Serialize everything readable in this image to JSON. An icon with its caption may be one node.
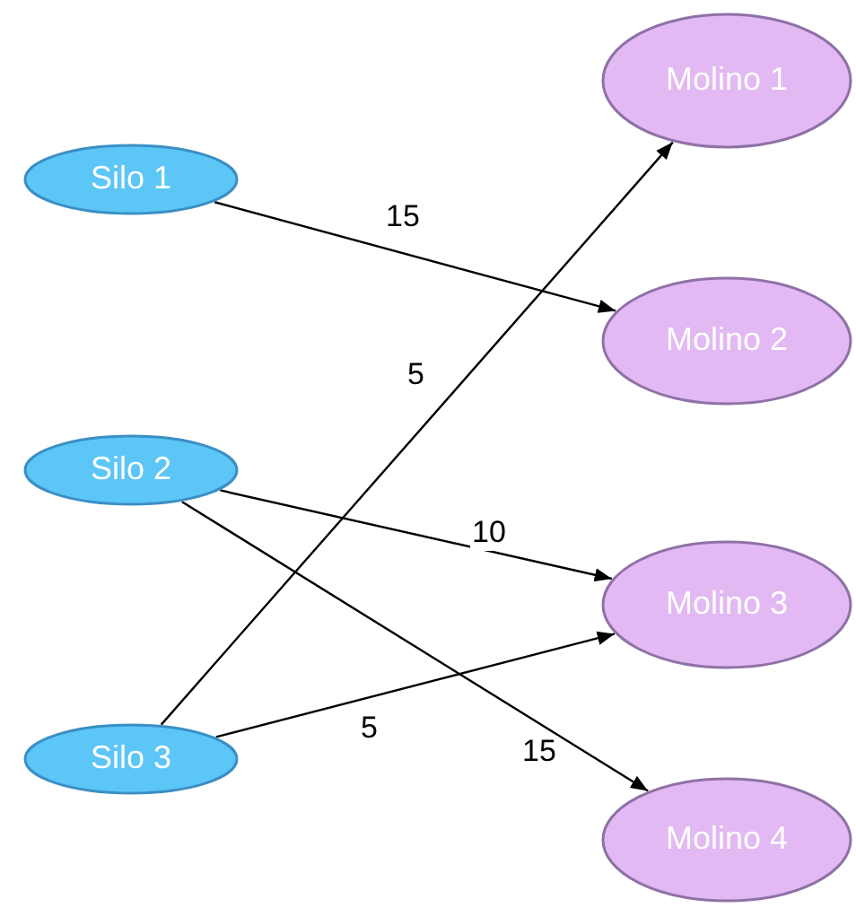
{
  "diagram": {
    "nodes": [
      {
        "text": [
          "Silo 1"
        ]
      },
      {
        "text": [
          "Silo 2"
        ]
      },
      {
        "text": [
          "Silo 3"
        ]
      },
      {
        "text": [
          "Molino 1"
        ]
      },
      {
        "text": [
          "Molino 2"
        ]
      },
      {
        "text": [
          "Molino 3"
        ]
      },
      {
        "text": [
          "Molino 4"
        ]
      }
    ],
    "edges": [
      {
        "from": 0,
        "to": 4,
        "arrow": "to",
        "label": "15"
      },
      {
        "from": 2,
        "to": 3,
        "arrow": "to",
        "label": "5"
      },
      {
        "from": 1,
        "to": 5,
        "arrow": "to",
        "label": "10"
      },
      {
        "from": 2,
        "to": 5,
        "arrow": "to",
        "label": "5"
      },
      {
        "from": 1,
        "to": 6,
        "arrow": "to",
        "label": "15"
      }
    ]
  }
}
